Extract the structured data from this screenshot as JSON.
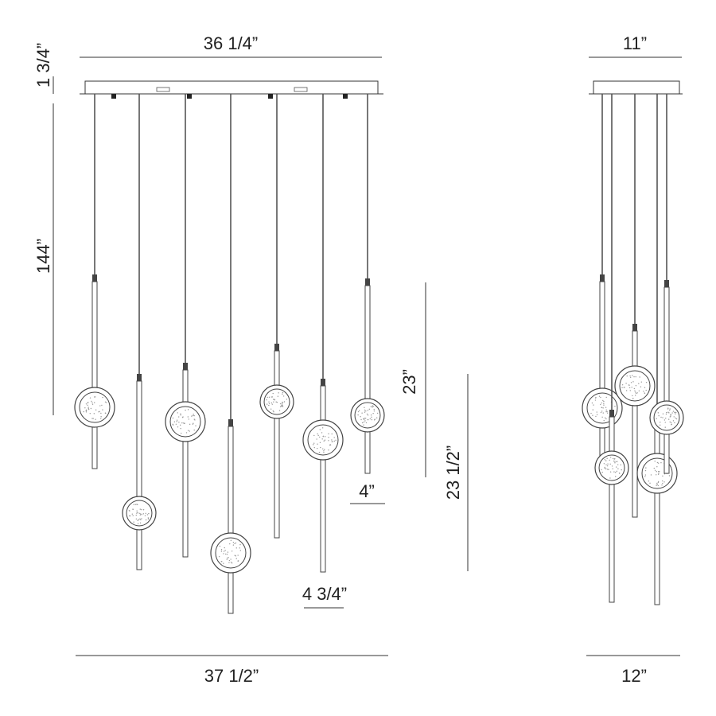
{
  "front_view": {
    "canopy_width": "36 1/4”",
    "canopy_height": "1 3/4”",
    "max_overall_height": "144”",
    "overall_width": "37 1/2”",
    "small_disc_diameter": "4”",
    "large_disc_diameter": "4 3/4”",
    "rod_length_short": "23”",
    "rod_length_long": "23 1/2”"
  },
  "side_view": {
    "canopy_depth": "11”",
    "overall_depth": "12”"
  },
  "colors": {
    "line": "#333333",
    "background": "#ffffff"
  }
}
